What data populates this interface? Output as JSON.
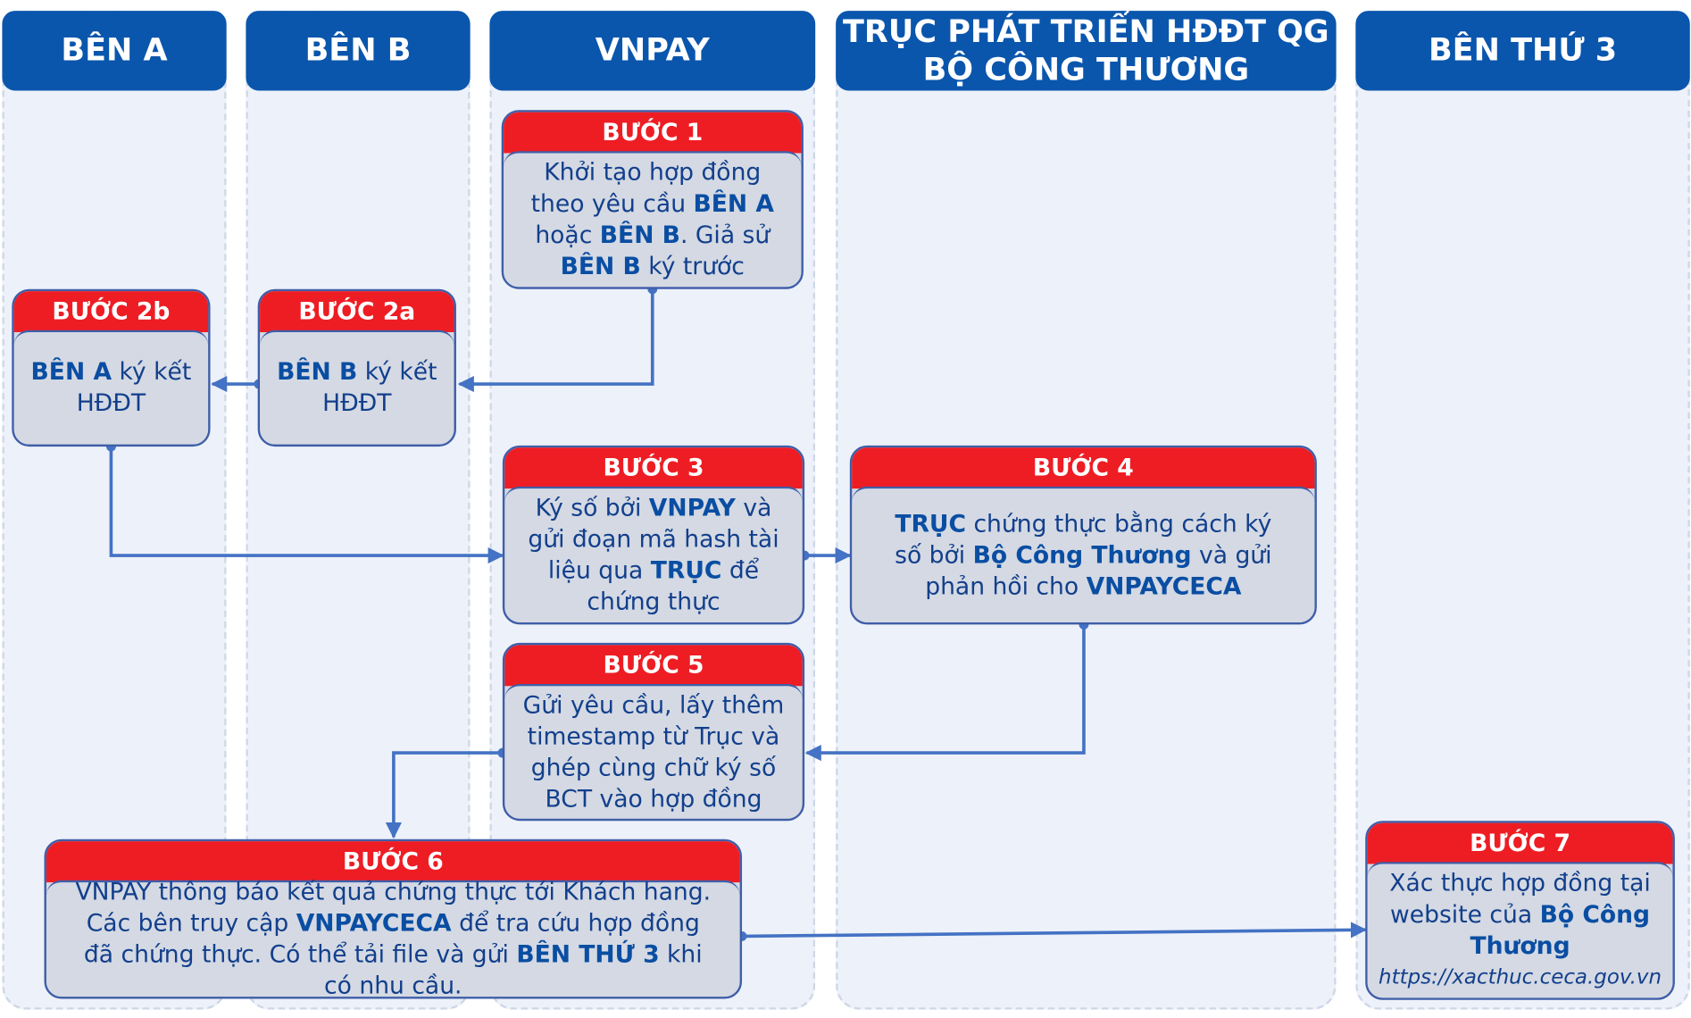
{
  "lanes": {
    "ben_a": "BÊN A",
    "ben_b": "BÊN B",
    "vnpay": "VNPAY",
    "truc_line1": "TRỤC PHÁT TRIỂN HĐĐT QG",
    "truc_line2": "BỘ CÔNG THƯƠNG",
    "ben_thu_3": "BÊN THỨ 3"
  },
  "steps": {
    "s1": {
      "title": "BƯỚC 1",
      "t1": "Khởi tạo hợp đồng theo yêu cầu ",
      "b1": "BÊN A",
      "t2": " hoặc ",
      "b2": "BÊN B",
      "t3": ". Giả sử ",
      "b3": "BÊN B",
      "t4": " ký trước"
    },
    "s2a": {
      "title": "BƯỚC 2a",
      "b1": "BÊN B",
      "t1": " ký kết HĐĐT"
    },
    "s2b": {
      "title": "BƯỚC 2b",
      "b1": "BÊN A",
      "t1": " ký kết HĐĐT"
    },
    "s3": {
      "title": "BƯỚC 3",
      "t1": "Ký số bởi ",
      "b1": "VNPAY",
      "t2": " và gửi đoạn mã hash tài liệu qua ",
      "b2": "TRỤC",
      "t3": " để chứng thực"
    },
    "s4": {
      "title": "BƯỚC 4",
      "b1": "TRỤC",
      "t1": " chứng thực bằng cách ký số bởi ",
      "b2": "Bộ Công Thương",
      "t2": " và gửi phản hồi cho ",
      "b3": "VNPAYCECA"
    },
    "s5": {
      "title": "BƯỚC 5",
      "t1": "Gửi yêu cầu, lấy thêm timestamp từ Trục và ghép cùng chữ ký số BCT vào hợp đồng"
    },
    "s6": {
      "title": "BƯỚC 6",
      "t1": "VNPAY thông báo kết quả chứng thực tới Khách hang. Các bên truy cập ",
      "b1": "VNPAYCECA",
      "t2": " để tra cứu hợp đồng đã chứng thực. Có thể tải file và gửi ",
      "b2": "BÊN THỨ 3",
      "t3": " khi có nhu cầu."
    },
    "s7": {
      "title": "BƯỚC 7",
      "t1": "Xác thực hợp đồng tại website của ",
      "b1": "Bộ Công Thương",
      "url": "https://xacthuc.ceca.gov.vn"
    }
  },
  "colors": {
    "lane_header": "#0a56ad",
    "step_header": "#ee1d24",
    "box_fill": "#d4d9e3",
    "connector": "#4472c4",
    "emphasis_text": "#0a4ea3"
  }
}
